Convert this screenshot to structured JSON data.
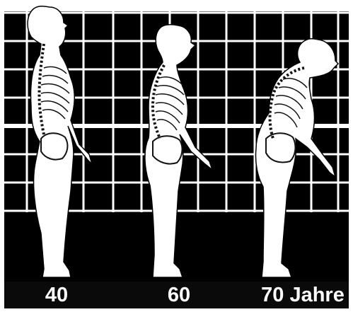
{
  "figure": {
    "labels": [
      "40",
      "60",
      "70 Jahre"
    ],
    "colors": {
      "background": "#000000",
      "grid": "#ffffff",
      "silhouette": "#ffffff",
      "outline": "#000000",
      "spine": "#111111",
      "frame": "#ffffff"
    }
  }
}
